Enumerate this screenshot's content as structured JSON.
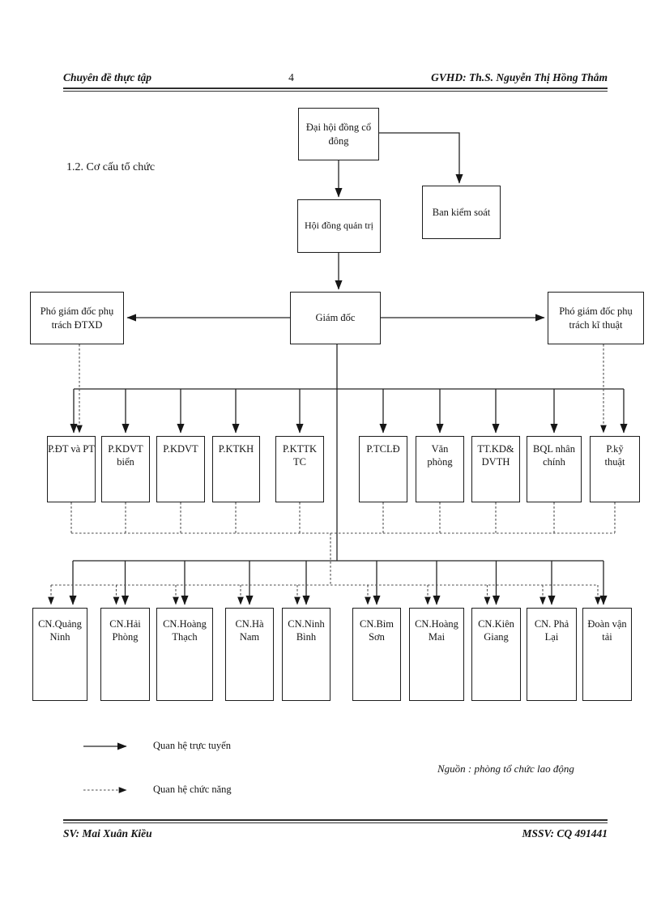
{
  "header": {
    "course": "Chuyên đề thực tập",
    "page_number": "4",
    "advisor": "GVHD: Th.S. Nguyễn Thị Hồng Thắm"
  },
  "section": {
    "heading": "1.2. Cơ cấu tổ chức"
  },
  "org_chart": {
    "shareholders_meeting": "Đại hội đồng cổ đông",
    "supervisory_board": "Ban kiểm soát",
    "board_of_directors": "Hội đồng quản trị",
    "director": "Giám đốc",
    "deputy_director_left": "Phó giám đốc phụ trách ĐTXD",
    "deputy_director_right": "Phó giám đốc phụ trách kĩ thuật",
    "departments": [
      "P.ĐT và PT",
      "P.KDVT biển",
      "P.KDVT",
      "P.KTKH",
      "P.KTTK TC",
      "P.TCLĐ",
      "Văn phòng",
      "TT.KD& DVTH",
      "BQL nhân chính",
      "P.kỹ thuật"
    ],
    "branches": [
      "CN.Quảng Ninh",
      "CN.Hải Phòng",
      "CN.Hoàng Thạch",
      "CN.Hà Nam",
      "CN.Ninh Bình",
      "CN.Bỉm Sơn",
      "CN.Hoàng Mai",
      "CN.Kiên Giang",
      "CN. Phả Lại",
      "Đoàn vận tải"
    ]
  },
  "legend": {
    "direct": "Quan hệ trực tuyến",
    "functional": "Quan hệ chức năng"
  },
  "source_note": "Nguồn : phòng tổ chức lao động",
  "footer": {
    "student": "SV: Mai Xuân Kiều",
    "student_id": "MSSV: CQ 491441"
  }
}
